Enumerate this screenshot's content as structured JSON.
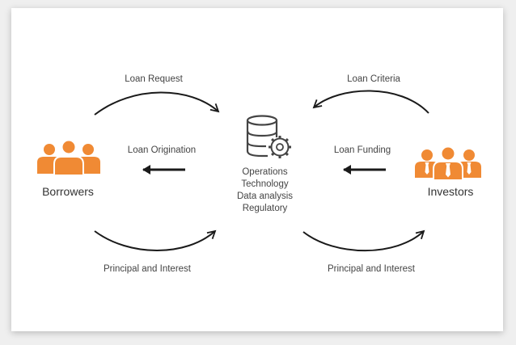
{
  "nodes": {
    "borrowers": "Borrowers",
    "investors": "Investors"
  },
  "platform": {
    "functions": [
      "Operations",
      "Technology",
      "Data analysis",
      "Regulatory"
    ]
  },
  "flows": {
    "loan_request": "Loan Request",
    "loan_origination": "Loan Origination",
    "principal_interest_left": "Principal and Interest",
    "loan_criteria": "Loan Criteria",
    "loan_funding": "Loan Funding",
    "principal_interest_right": "Principal and Interest"
  },
  "colors": {
    "people": "#f08a34",
    "stroke": "#1a1a1a",
    "database": "#444444"
  },
  "icons": {
    "borrowers": "people-group-icon",
    "investors": "business-people-icon",
    "platform": "database-gear-icon"
  }
}
